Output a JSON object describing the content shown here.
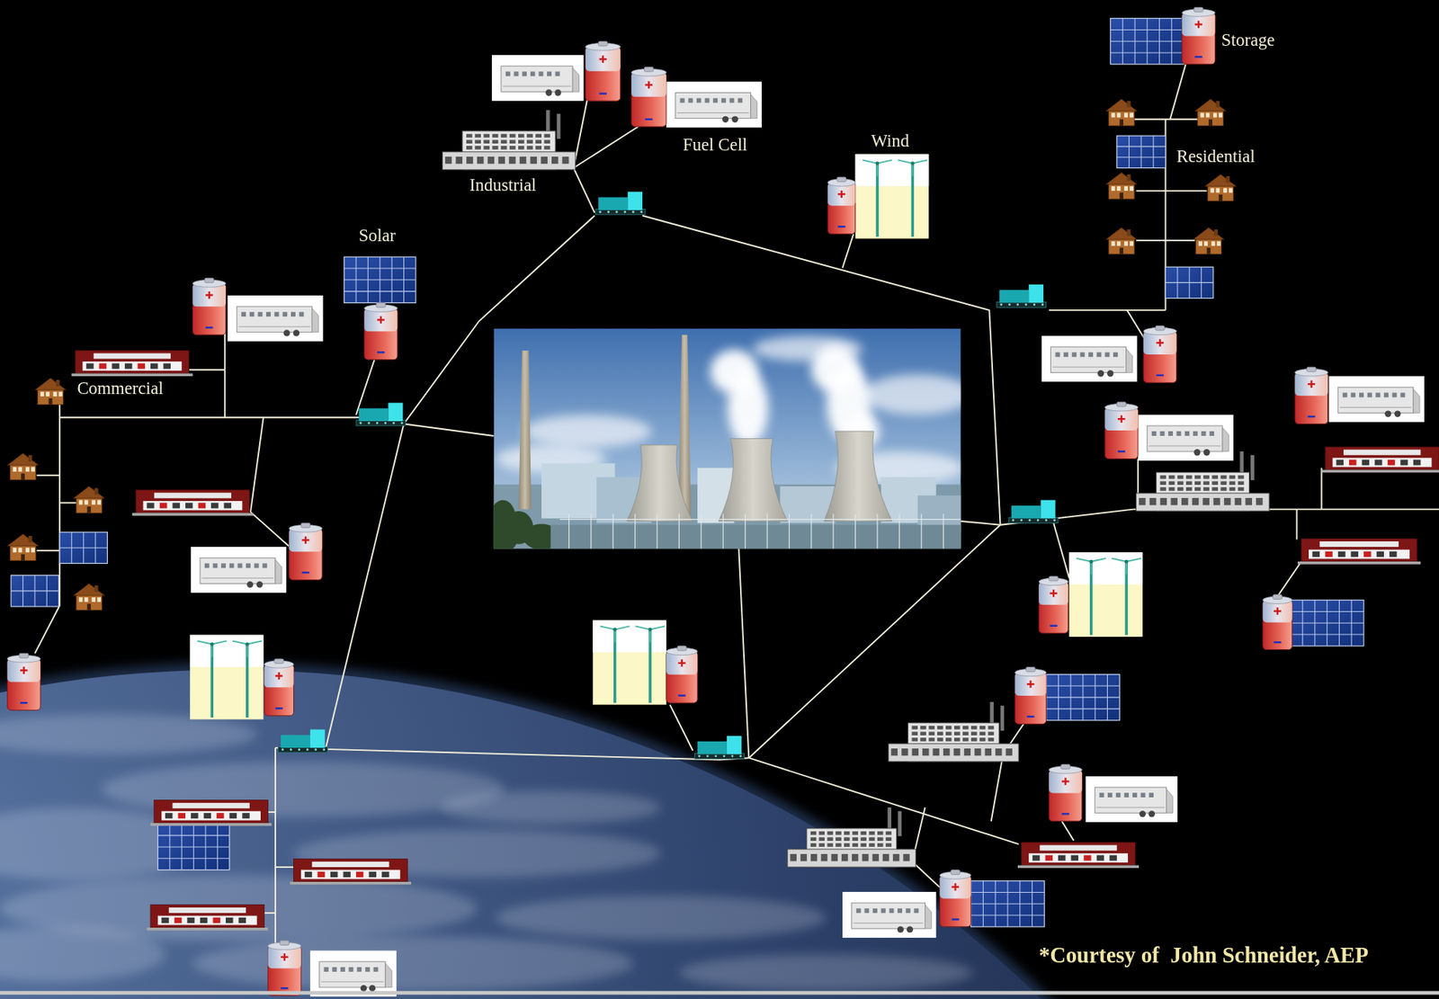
{
  "diagram": {
    "labels": [
      "Storage",
      "Residential",
      "Fuel Cell",
      "Wind",
      "Industrial",
      "Solar",
      "Commercial",
      "*Courtesy of  John Schneider, AEP"
    ]
  }
}
